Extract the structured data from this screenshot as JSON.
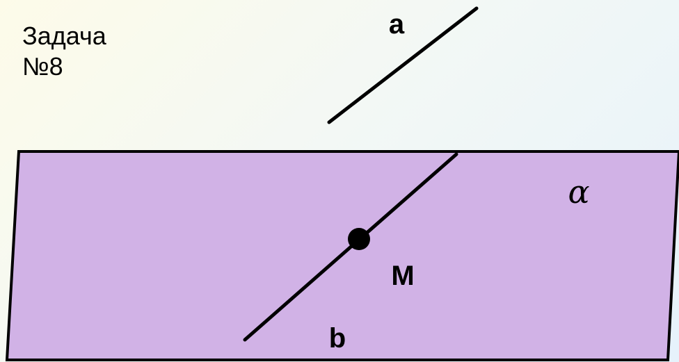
{
  "title": {
    "line1": "Задача",
    "line2": "№8"
  },
  "labels": {
    "line_a": "a",
    "line_b": "b",
    "point_m": "M",
    "plane": "α"
  },
  "colors": {
    "plane_fill": "#d1b2e6",
    "stroke": "#000000"
  }
}
